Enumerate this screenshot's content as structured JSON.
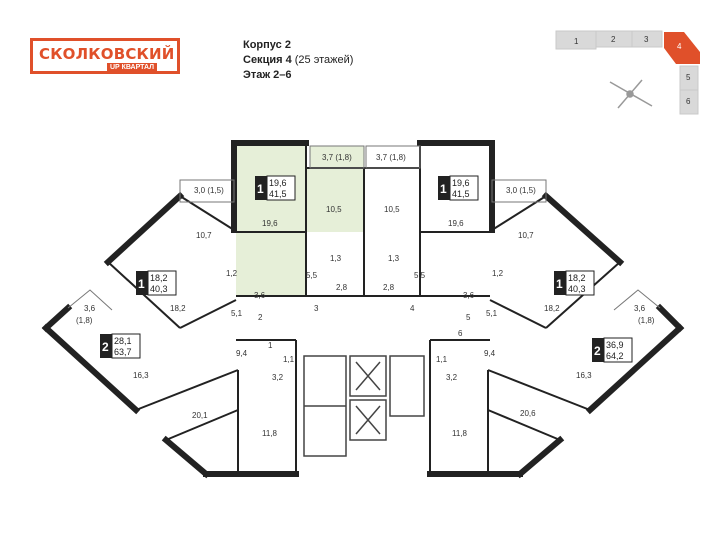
{
  "logo": {
    "name": "СКОЛКОВСКИЙ",
    "badge_up": "UP",
    "badge_text": "КВАРТАЛ"
  },
  "building": {
    "korpus": "Корпус 2",
    "section": "Секция 4",
    "floors_note": "(25 этажей)",
    "floors": "Этаж 2–6"
  },
  "sections": [
    {
      "id": "1",
      "label": "1"
    },
    {
      "id": "2",
      "label": "2"
    },
    {
      "id": "3",
      "label": "3"
    },
    {
      "id": "4",
      "label": "4",
      "highlighted": true
    },
    {
      "id": "5",
      "label": "5"
    },
    {
      "id": "6",
      "label": "6"
    }
  ],
  "colors": {
    "accent": "#e0502a",
    "highlight": "#e6efd8",
    "wall": "#222222"
  },
  "apartments": [
    {
      "id": "apt-c1",
      "rooms": "1",
      "living": "19,6",
      "total": "41,5",
      "selected": true
    },
    {
      "id": "apt-c2",
      "rooms": "1",
      "living": "19,6",
      "total": "41,5"
    },
    {
      "id": "apt-l1",
      "rooms": "1",
      "living": "18,2",
      "total": "40,3"
    },
    {
      "id": "apt-r1",
      "rooms": "1",
      "living": "18,2",
      "total": "40,3"
    },
    {
      "id": "apt-l2",
      "rooms": "2",
      "living": "28,1",
      "total": "63,7"
    },
    {
      "id": "apt-r2",
      "rooms": "2",
      "living": "36,9",
      "total": "64,2"
    }
  ],
  "rooms": {
    "balc_l": "3,0 (1,5)",
    "balc_c1": "3,7 (1,8)",
    "balc_c2": "3,7 (1,8)",
    "balc_r": "3,0 (1,5)",
    "c1_room": "19,6",
    "c1_kitchen": "10,5",
    "c1_hall": "5,5",
    "c1_wc": "1,3",
    "c1_bath": "2,8",
    "c2_room": "19,6",
    "c2_kitchen": "10,5",
    "c2_hall": "5,5",
    "c2_wc": "1,3",
    "c2_bath": "2,8",
    "l1_kitchen": "10,7",
    "l1_wc": "1,2",
    "l1_bath": "3,6",
    "l1_hall": "5,1",
    "l1_room": "18,2",
    "r1_kitchen": "10,7",
    "r1_wc": "1,2",
    "r1_bath": "3,6",
    "r1_hall": "5,1",
    "r1_room": "18,2",
    "l2_balc": "3,6",
    "l2_balc_b": "(1,8)",
    "r2_balc": "3,6",
    "r2_balc_b": "(1,8)",
    "l2_kitchen": "16,3",
    "l2_hall": "9,4",
    "l2_wc": "1,1",
    "l2_bath": "3,2",
    "l2_room1": "20,1",
    "l2_room2": "11,8",
    "r2_kitchen": "16,3",
    "r2_hall": "9,4",
    "r2_wc": "1,1",
    "r2_bath": "3,2",
    "r2_room1": "20,6",
    "r2_room2": "11,8",
    "n1": "1",
    "n2": "2",
    "n3": "3",
    "n4": "4",
    "n5": "5",
    "n6": "6"
  }
}
